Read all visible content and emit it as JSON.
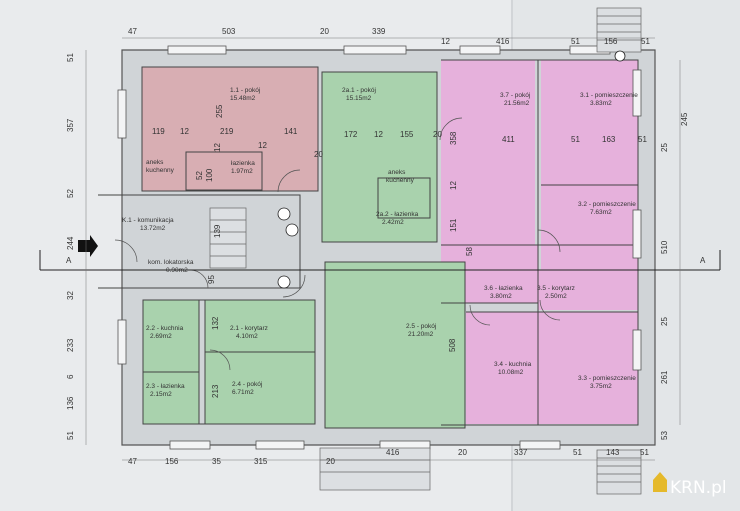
{
  "colors": {
    "paper": "#e8eaec",
    "wall": "#cfd3d6",
    "room_red": "#d9aeb3",
    "room_green": "#a9d2ad",
    "room_pink": "#e7b2dc",
    "line": "#333333"
  },
  "rooms": {
    "r11": {
      "name": "1.1 - pokój",
      "area": "15.48m2"
    },
    "r2a1": {
      "name": "2a.1 - pokój",
      "area": "15.15m2"
    },
    "r37": {
      "name": "3.7 - pokój",
      "area": "21.56m2"
    },
    "r31": {
      "name": "3.1 - pomieszczenie",
      "area": "3.83m2"
    },
    "aneks1": {
      "name": "aneks",
      "sub": "kuchenny"
    },
    "l12": {
      "name": "łazienka",
      "area": "1.97m2"
    },
    "aneks2": {
      "name": "aneks",
      "sub": "kuchenny"
    },
    "r2a2": {
      "name": "2a.2 - łazienka",
      "area": "2.42m2"
    },
    "rK1": {
      "name": "K.1 - komunikacja",
      "area": "13.72m2"
    },
    "rKot": {
      "name": "kom. lokatorska",
      "area": "0.90m2"
    },
    "r32": {
      "name": "3.2 - pomieszczenie",
      "area": "7.63m2"
    },
    "r36": {
      "name": "3.6 - łazienka",
      "area": "3.80m2"
    },
    "r35": {
      "name": "3.5 - korytarz",
      "area": "2.50m2"
    },
    "r22": {
      "name": "2.2 - kuchnia",
      "area": "2.69m2"
    },
    "r21": {
      "name": "2.1 - korytarz",
      "area": "4.10m2"
    },
    "r25": {
      "name": "2.5 - pokój",
      "area": "21.20m2"
    },
    "r23": {
      "name": "2.3 - łazienka",
      "area": "2.15m2"
    },
    "r24": {
      "name": "2.4 - pokój",
      "area": "6.71m2"
    },
    "r34": {
      "name": "3.4 - kuchnia",
      "area": "10.08m2"
    },
    "r33": {
      "name": "3.3 - pomieszczenie",
      "area": "3.75m2"
    }
  },
  "dims": {
    "top": [
      "47",
      "503",
      "20",
      "339",
      "12",
      "416",
      "51",
      "156",
      "51"
    ],
    "bottom": [
      "47",
      "156",
      "35",
      "315",
      "20",
      "416",
      "20",
      "337",
      "51",
      "143",
      "51"
    ],
    "left": [
      "51",
      "357",
      "52",
      "244",
      "32",
      "233",
      "6",
      "136",
      "51"
    ],
    "right": [
      "245",
      "25",
      "510",
      "25",
      "261",
      "53"
    ],
    "inner": [
      "119",
      "12",
      "219",
      "141",
      "255",
      "12",
      "52",
      "100",
      "12",
      "20",
      "172",
      "12",
      "155",
      "20",
      "358",
      "411",
      "51",
      "163",
      "51",
      "12",
      "151",
      "58",
      "139",
      "95",
      "132",
      "213",
      "508"
    ]
  },
  "section_mark": "A",
  "watermark": "KRN.pl"
}
